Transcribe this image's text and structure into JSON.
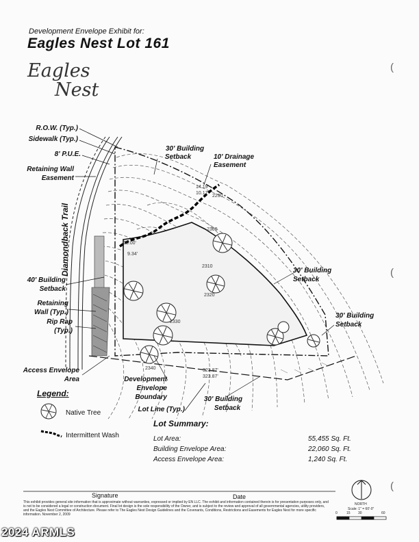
{
  "header": {
    "subtitle": "Development Envelope Exhibit for:",
    "title": "Eagles Nest Lot 161"
  },
  "logo": {
    "line1": "Eagles",
    "line2": "Nest"
  },
  "road_name": "Diamondback Trail",
  "callouts": {
    "row": "R.O.W. (Typ.)",
    "sidewalk": "Sidewalk (Typ.)",
    "pue": "8' P.U.E.",
    "retaining_easement_1": "Retaining Wall",
    "retaining_easement_2": "Easement",
    "setback_top_1": "30' Building",
    "setback_top_2": "Setback",
    "drainage_1": "10' Drainage",
    "drainage_2": "Easement",
    "setback_left_1": "40' Building",
    "setback_left_2": "Setback",
    "retaining_wall_1": "Retaining",
    "retaining_wall_2": "Wall (Typ.)",
    "rip_rap_1": "Rip Rap",
    "rip_rap_2": "(Typ.)",
    "setback_right1_1": "30' Building",
    "setback_right1_2": "Setback",
    "setback_right2_1": "30' Building",
    "setback_right2_2": "Setback",
    "access_1": "Access Envelope",
    "access_2": "Area",
    "dev_env_1": "Development",
    "dev_env_2": "Envelope",
    "dev_env_3": "Boundary",
    "lot_line": "Lot Line (Typ.)",
    "setback_bottom_1": "30' Building",
    "setback_bottom_2": "Setback"
  },
  "contours": {
    "c2290": "2290",
    "c2300": "2300",
    "c2310": "2310",
    "c2320": "2320",
    "c2330": "2330",
    "c2340": "2340"
  },
  "dimensions": {
    "d1": "14.19'",
    "d2": "10.17'",
    "d3": "20.00'",
    "d4": "9.34'",
    "d5": "323.87'",
    "d6": "323.87'"
  },
  "legend": {
    "title": "Legend:",
    "items": [
      {
        "icon": "native-tree-icon",
        "label": "Native Tree"
      },
      {
        "icon": "intermittent-wash-icon",
        "label": "Intermittent Wash"
      }
    ]
  },
  "lot_summary": {
    "title": "Lot Summary:",
    "rows": [
      {
        "label": "Lot Area:",
        "value": "55,455 Sq. Ft."
      },
      {
        "label": "Building Envelope Area:",
        "value": "22,060 Sq. Ft."
      },
      {
        "label": "Access Envelope Area:",
        "value": "1,240 Sq. Ft."
      }
    ]
  },
  "signature": {
    "sig_label": "Signature",
    "date_label": "Date"
  },
  "footnote": "This exhibit provides general site information that is approximate without warranties, expressed or implied by EN LLC. The exhibit and information contained therein is for presentation purposes only, and is not to be considered a legal or construction document. Final lot design is the sole responsibility of the Owner, and is subject to the review and approval of all governmental agencies, utility providers, and the Eagles Nest Committee of Architecture. Please refer to The Eagles Nest Design Guidelines and the Covenants, Conditions, Restrictions and Easements for Eagles Nest for more specific information. November 2, 2009",
  "north": {
    "label": "NORTH",
    "scale": "Scale: 1\" = 60'-0\"",
    "ticks": [
      "0",
      "15",
      "30",
      "60"
    ]
  },
  "watermark": "2024 ARMLS",
  "margin_marks": [
    "(",
    "(",
    "("
  ]
}
